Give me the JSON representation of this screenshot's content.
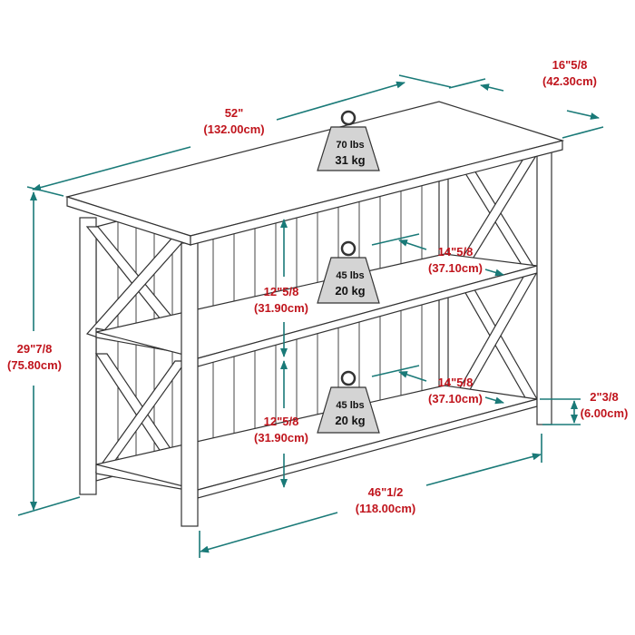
{
  "colors": {
    "dimension": "#1a7a78",
    "label": "#c0141c",
    "weight": "#d4d4d4",
    "outline": "#333333"
  },
  "dimensions": {
    "length": {
      "in": "52\"",
      "cm": "(132.00cm)"
    },
    "depth": {
      "in": "16\"5/8",
      "cm": "(42.30cm)"
    },
    "height": {
      "in": "29\"7/8",
      "cm": "(75.80cm)"
    },
    "shelf_depth_1": {
      "in": "14\"5/8",
      "cm": "(37.10cm)"
    },
    "shelf_depth_2": {
      "in": "14\"5/8",
      "cm": "(37.10cm)"
    },
    "shelf_gap_1": {
      "in": "12\"5/8",
      "cm": "(31.90cm)"
    },
    "shelf_gap_2": {
      "in": "12\"5/8",
      "cm": "(31.90cm)"
    },
    "clearance": {
      "in": "2\"3/8",
      "cm": "(6.00cm)"
    },
    "inner_width": {
      "in": "46\"1/2",
      "cm": "(118.00cm)"
    }
  },
  "weights": [
    {
      "lbs": "70 lbs",
      "kg": "31 kg"
    },
    {
      "lbs": "45 lbs",
      "kg": "20 kg"
    },
    {
      "lbs": "45 lbs",
      "kg": "20 kg"
    }
  ]
}
